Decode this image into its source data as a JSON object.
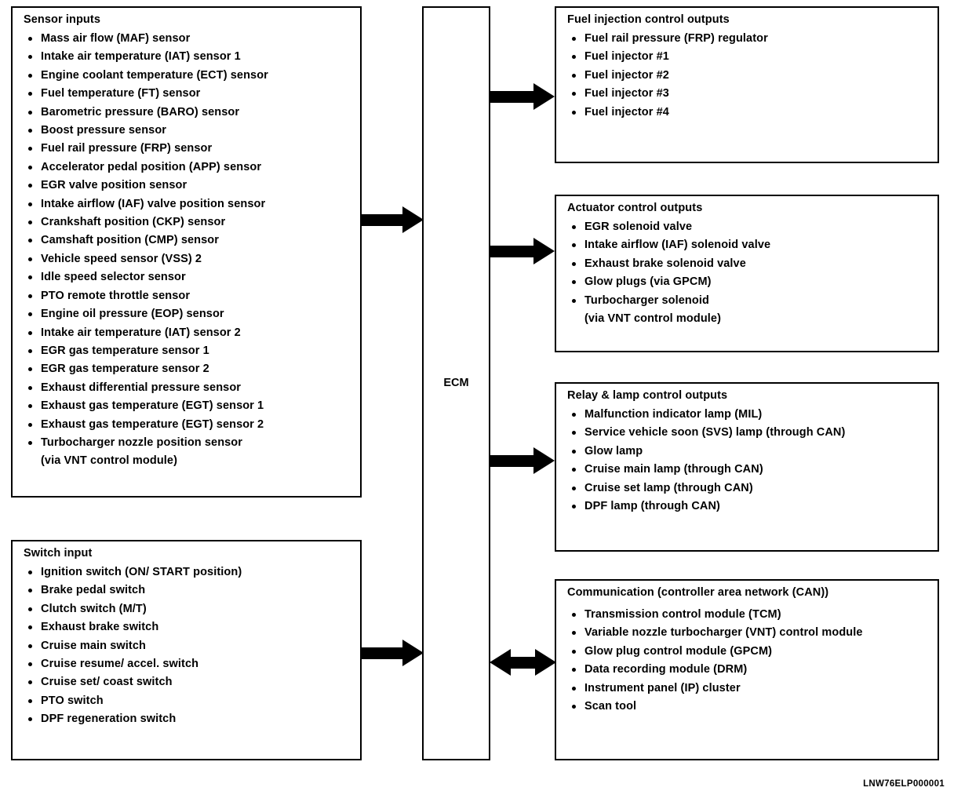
{
  "diagram": {
    "title_code": "LNW76ELP000001",
    "center": {
      "label": "ECM"
    },
    "inputs": [
      {
        "title": "Sensor inputs",
        "items": [
          "Mass air flow (MAF) sensor",
          "Intake air temperature (IAT) sensor 1",
          "Engine coolant temperature (ECT) sensor",
          "Fuel temperature (FT) sensor",
          "Barometric pressure (BARO) sensor",
          "Boost pressure sensor",
          "Fuel rail pressure (FRP) sensor",
          "Accelerator pedal position (APP) sensor",
          "EGR valve position sensor",
          "Intake airflow (IAF) valve position sensor",
          "Crankshaft position (CKP) sensor",
          "Camshaft position (CMP) sensor",
          "Vehicle speed sensor (VSS) 2",
          "Idle speed selector sensor",
          "PTO remote throttle sensor",
          "Engine oil pressure (EOP) sensor",
          "Intake air temperature (IAT) sensor 2",
          "EGR gas temperature sensor 1",
          "EGR gas temperature sensor 2",
          "Exhaust differential pressure sensor",
          "Exhaust gas temperature (EGT) sensor 1",
          "Exhaust gas temperature (EGT) sensor 2",
          "Turbocharger nozzle position sensor"
        ],
        "continuation": "(via VNT control module)"
      },
      {
        "title": "Switch input",
        "items": [
          "Ignition switch (ON/ START position)",
          "Brake pedal switch",
          "Clutch switch (M/T)",
          "Exhaust brake switch",
          "Cruise main switch",
          "Cruise resume/ accel. switch",
          "Cruise set/ coast switch",
          "PTO switch",
          "DPF regeneration switch"
        ]
      }
    ],
    "outputs": [
      {
        "title": "Fuel injection control outputs",
        "items": [
          "Fuel rail pressure (FRP) regulator",
          "Fuel injector #1",
          "Fuel injector #2",
          "Fuel injector #3",
          "Fuel injector #4"
        ]
      },
      {
        "title": "Actuator control outputs",
        "items": [
          "EGR solenoid valve",
          "Intake airflow (IAF) solenoid valve",
          "Exhaust brake solenoid valve",
          "Glow plugs (via GPCM)",
          "Turbocharger solenoid"
        ],
        "continuation": "(via VNT control module)"
      },
      {
        "title": "Relay & lamp control outputs",
        "items": [
          "Malfunction indicator lamp (MIL)",
          "Service vehicle soon (SVS) lamp (through CAN)",
          "Glow lamp",
          "Cruise main lamp (through CAN)",
          "Cruise set lamp (through CAN)",
          "DPF lamp (through CAN)"
        ]
      },
      {
        "title": "Communication  (controller area network (CAN))",
        "items": [
          "Transmission control module (TCM)",
          "Variable nozzle turbocharger (VNT) control module",
          "Glow plug control module (GPCM)",
          "Data recording module (DRM)",
          "Instrument panel (IP) cluster",
          "Scan tool"
        ]
      }
    ]
  }
}
